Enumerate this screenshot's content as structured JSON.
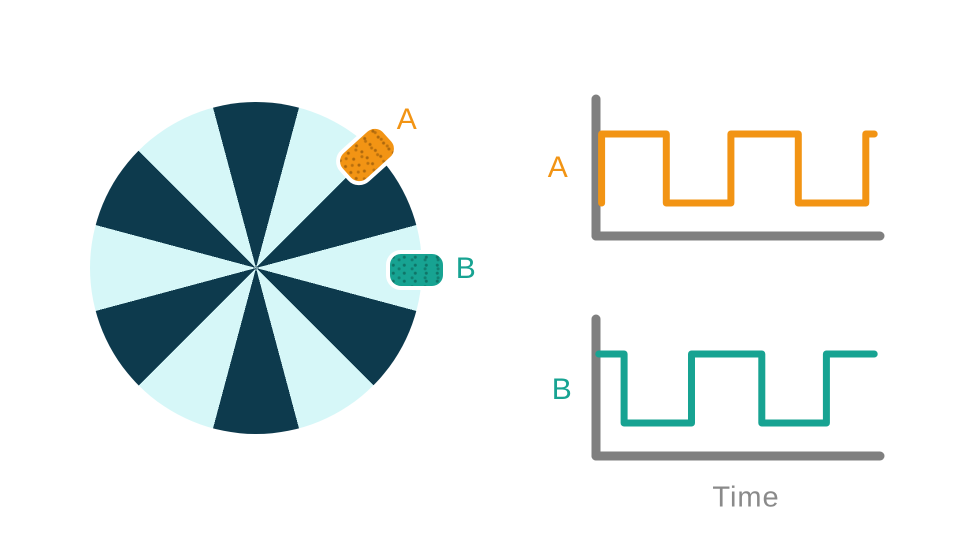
{
  "colors": {
    "background": "#FFFFFF",
    "disk_dark": "#0D3A4D",
    "disk_light": "#D6F7F8",
    "channel_a": "#F29414",
    "channel_b": "#17A392",
    "axis": "#7F7F7F",
    "time_label": "#8A8A8A"
  },
  "disk": {
    "sector_count": 12,
    "sensor_a_label": "A",
    "sensor_b_label": "B"
  },
  "plots": {
    "a_label": "A",
    "b_label": "B",
    "x_axis_label": "Time"
  },
  "chart_data": [
    {
      "id": "A",
      "type": "line",
      "label": "A",
      "waveform": "square",
      "line_color": "#F29414",
      "xlabel": "Time",
      "ylim": [
        0,
        1
      ],
      "points": [
        [
          0.02,
          0
        ],
        [
          0.02,
          1
        ],
        [
          0.25,
          1
        ],
        [
          0.25,
          0
        ],
        [
          0.48,
          0
        ],
        [
          0.48,
          1
        ],
        [
          0.72,
          1
        ],
        [
          0.72,
          0
        ],
        [
          0.96,
          0
        ],
        [
          0.96,
          1
        ],
        [
          0.99,
          1
        ]
      ]
    },
    {
      "id": "B",
      "type": "line",
      "label": "B",
      "waveform": "square",
      "line_color": "#17A392",
      "xlabel": "Time",
      "ylim": [
        0,
        1
      ],
      "points": [
        [
          0.01,
          1
        ],
        [
          0.1,
          1
        ],
        [
          0.1,
          0
        ],
        [
          0.34,
          0
        ],
        [
          0.34,
          1
        ],
        [
          0.59,
          1
        ],
        [
          0.59,
          0
        ],
        [
          0.82,
          0
        ],
        [
          0.82,
          1
        ],
        [
          0.99,
          1
        ]
      ]
    }
  ]
}
